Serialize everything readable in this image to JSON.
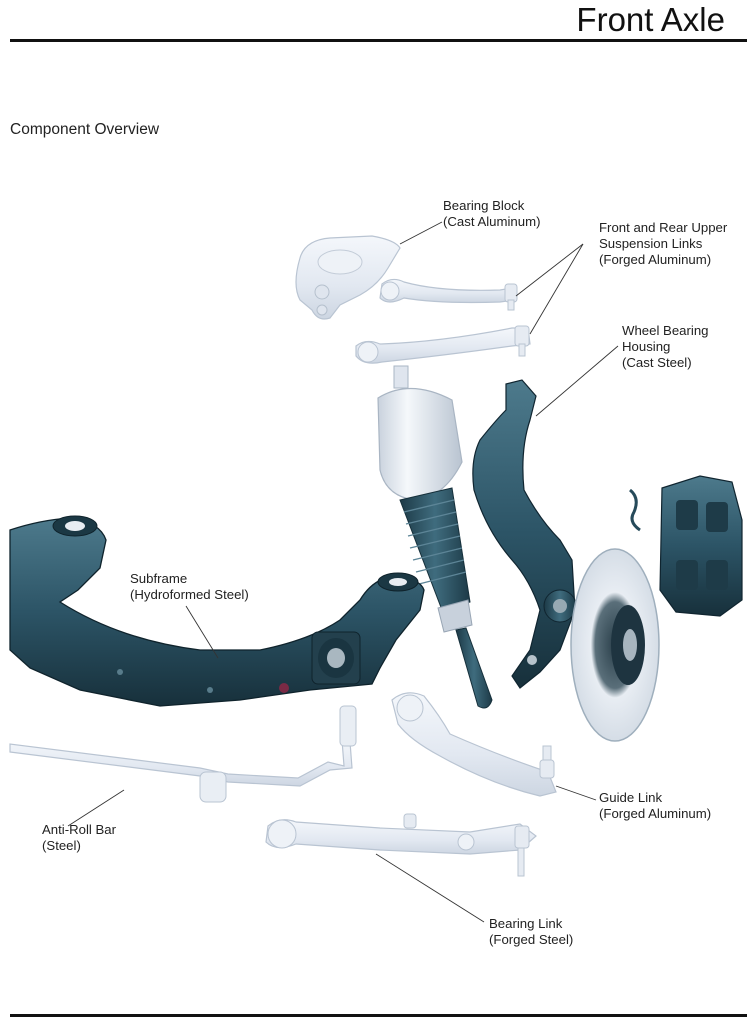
{
  "header": {
    "title": "Front Axle"
  },
  "section": {
    "title": "Component Overview"
  },
  "colors": {
    "forged_aluminum": "#e3e9f2",
    "steel_part": "#2c5466",
    "rule": "#111111"
  },
  "labels": {
    "bearing_block": {
      "line1": "Bearing Block",
      "line2": "(Cast Aluminum)"
    },
    "upper_links": {
      "line1": "Front and Rear Upper",
      "line2": "Suspension Links",
      "line3": "(Forged Aluminum)"
    },
    "wheel_bearing_housing": {
      "line1": "Wheel Bearing",
      "line2": "Housing",
      "line3": "(Cast Steel)"
    },
    "subframe": {
      "line1": "Subframe",
      "line2": "(Hydroformed Steel)"
    },
    "guide_link": {
      "line1": "Guide Link",
      "line2": "(Forged Aluminum)"
    },
    "anti_roll_bar": {
      "line1": "Anti-Roll Bar",
      "line2": "(Steel)"
    },
    "bearing_link": {
      "line1": "Bearing Link",
      "line2": "(Forged Steel)"
    }
  }
}
